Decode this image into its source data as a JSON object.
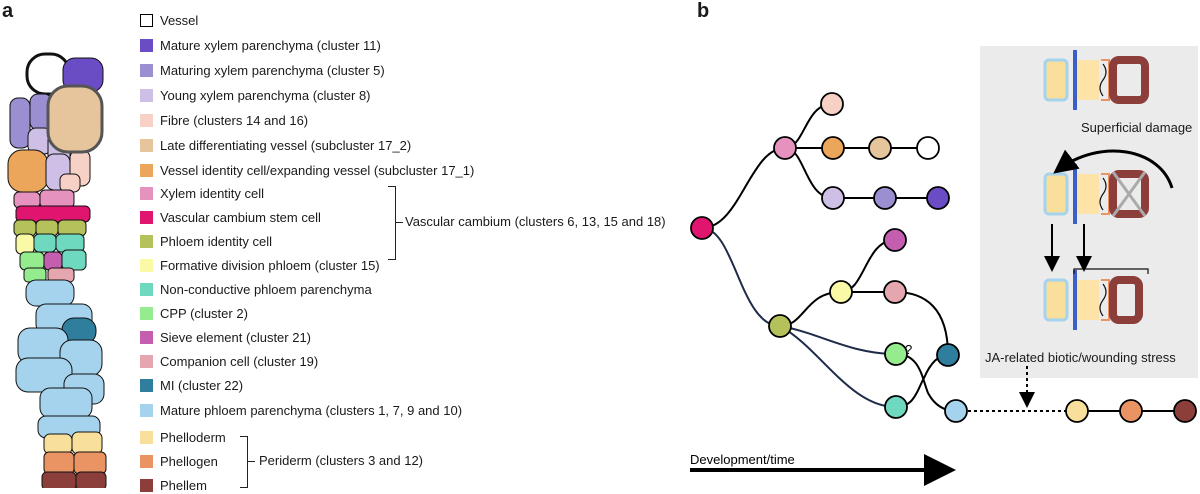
{
  "panels": {
    "a": "a",
    "b": "b"
  },
  "legend": [
    {
      "label": "Vessel",
      "color": "#ffffff"
    },
    {
      "label": "Mature xylem parenchyma (cluster 11)",
      "color": "#6a4cc4"
    },
    {
      "label": "Maturing xylem parenchyma (cluster 5)",
      "color": "#9b8fd1"
    },
    {
      "label": "Young xylem parenchyma (cluster 8)",
      "color": "#cdbfe6"
    },
    {
      "label": "Fibre (clusters 14 and 16)",
      "color": "#f8d1c6"
    },
    {
      "label": "Late differentiating vessel (subcluster 17_2)",
      "color": "#e6c49c"
    },
    {
      "label": "Vessel identity cell/expanding vessel (subcluster 17_1)",
      "color": "#eca65c"
    },
    {
      "label": "Xylem identity cell",
      "color": "#e592bf"
    },
    {
      "label": "Vascular cambium stem cell",
      "color": "#e0156f"
    },
    {
      "label": "Phloem identity cell",
      "color": "#b5c25b"
    },
    {
      "label": "Formative division phloem (cluster 15)",
      "color": "#fafaa6"
    },
    {
      "label": "Non-conductive phloem parenchyma",
      "color": "#6fd9c0"
    },
    {
      "label": "CPP (cluster 2)",
      "color": "#94ec8f"
    },
    {
      "label": "Sieve element (cluster 21)",
      "color": "#c65eaf"
    },
    {
      "label": "Companion cell (cluster 19)",
      "color": "#e5a6b0"
    },
    {
      "label": "MI (cluster 22)",
      "color": "#2f7e9e"
    },
    {
      "label": "Mature phloem parenchyma (clusters 1, 7, 9 and 10)",
      "color": "#a5d3ee"
    },
    {
      "label": "Phelloderm",
      "color": "#f8e09c"
    },
    {
      "label": "Phellogen",
      "color": "#ea9363"
    },
    {
      "label": "Phellem",
      "color": "#8b3e3a"
    }
  ],
  "groups": {
    "vascular_cambium": "Vascular cambium (clusters 6, 13, 15 and 18)",
    "periderm": "Periderm (clusters 3 and 12)"
  },
  "diagram": {
    "question_mark": "?",
    "development_label": "Development/time",
    "ja_box": {
      "superficial_damage": "Superficial damage",
      "stress_label": "JA-related biotic/wounding stress"
    }
  }
}
